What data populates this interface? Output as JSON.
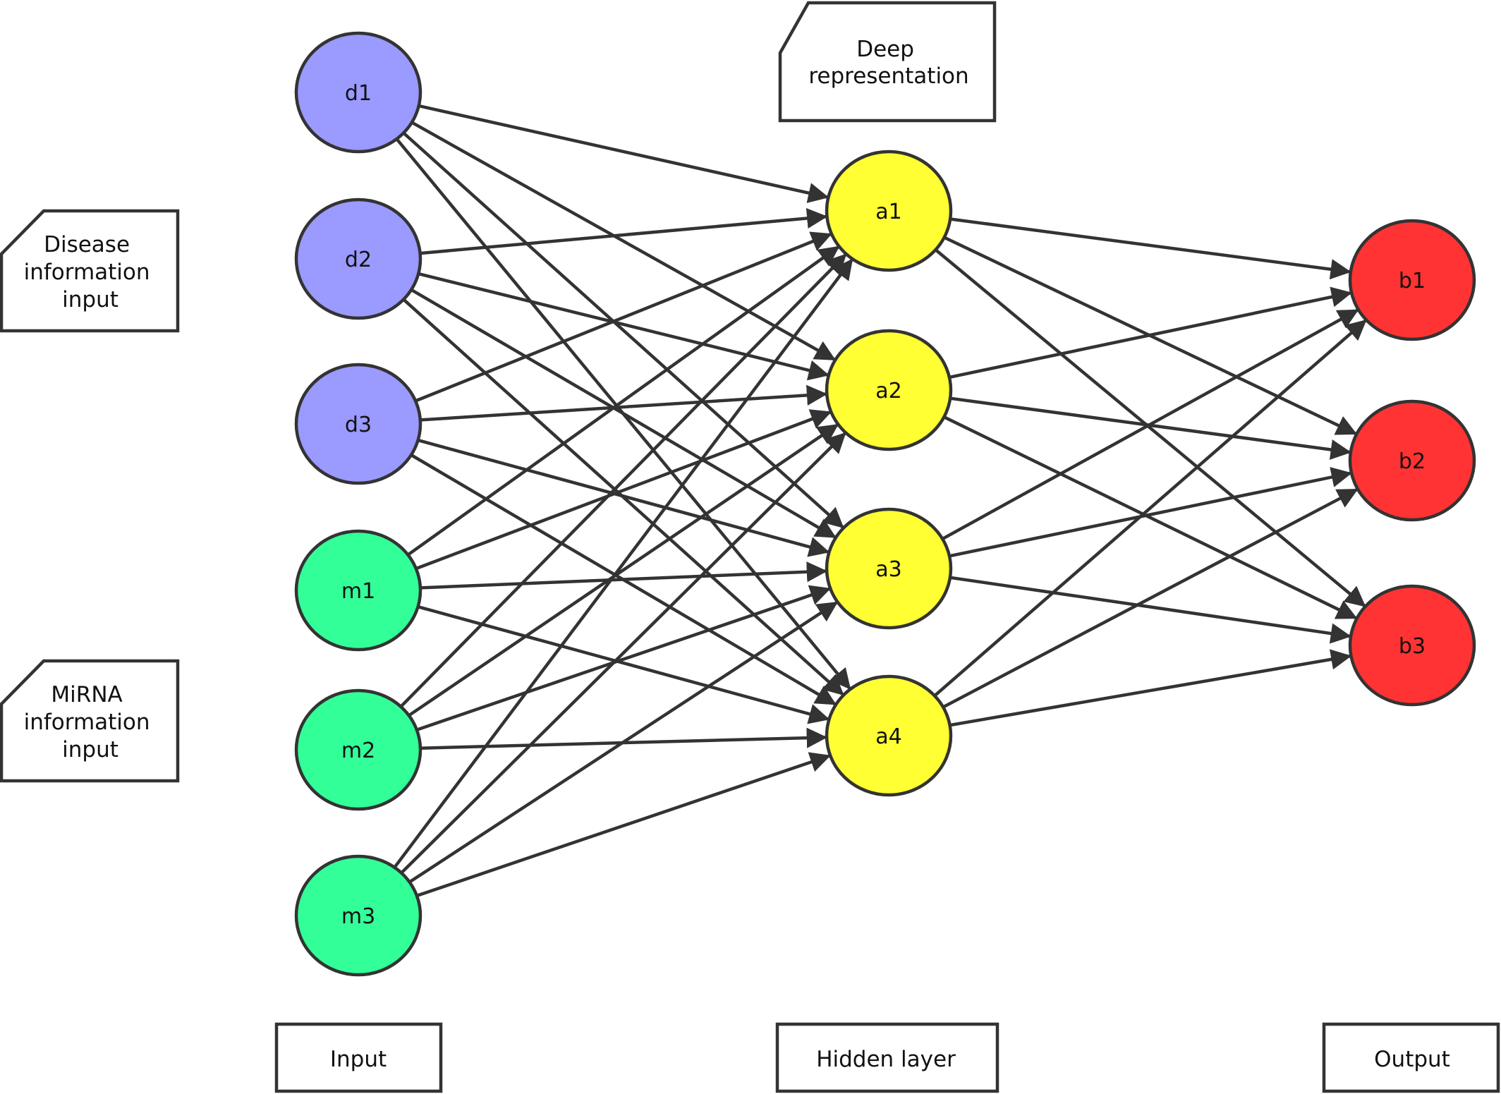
{
  "colors": {
    "disease": "#9a9aff",
    "mirna": "#33ff99",
    "hidden": "#ffff33",
    "output": "#ff3333",
    "stroke": "#333333"
  },
  "layers": {
    "input": [
      {
        "id": "d1",
        "label": "d1",
        "group": "disease"
      },
      {
        "id": "d2",
        "label": "d2",
        "group": "disease"
      },
      {
        "id": "d3",
        "label": "d3",
        "group": "disease"
      },
      {
        "id": "m1",
        "label": "m1",
        "group": "mirna"
      },
      {
        "id": "m2",
        "label": "m2",
        "group": "mirna"
      },
      {
        "id": "m3",
        "label": "m3",
        "group": "mirna"
      }
    ],
    "hidden": [
      {
        "id": "a1",
        "label": "a1"
      },
      {
        "id": "a2",
        "label": "a2"
      },
      {
        "id": "a3",
        "label": "a3"
      },
      {
        "id": "a4",
        "label": "a4"
      }
    ],
    "output": [
      {
        "id": "b1",
        "label": "b1"
      },
      {
        "id": "b2",
        "label": "b2"
      },
      {
        "id": "b3",
        "label": "b3"
      }
    ]
  },
  "callouts": {
    "deep": [
      "Deep",
      "representation"
    ],
    "disease": [
      "Disease",
      "information",
      "input"
    ],
    "mirna": [
      "MiRNA",
      "information",
      "input"
    ]
  },
  "layer_labels": {
    "input": "Input",
    "hidden": "Hidden layer",
    "output": "Output"
  }
}
